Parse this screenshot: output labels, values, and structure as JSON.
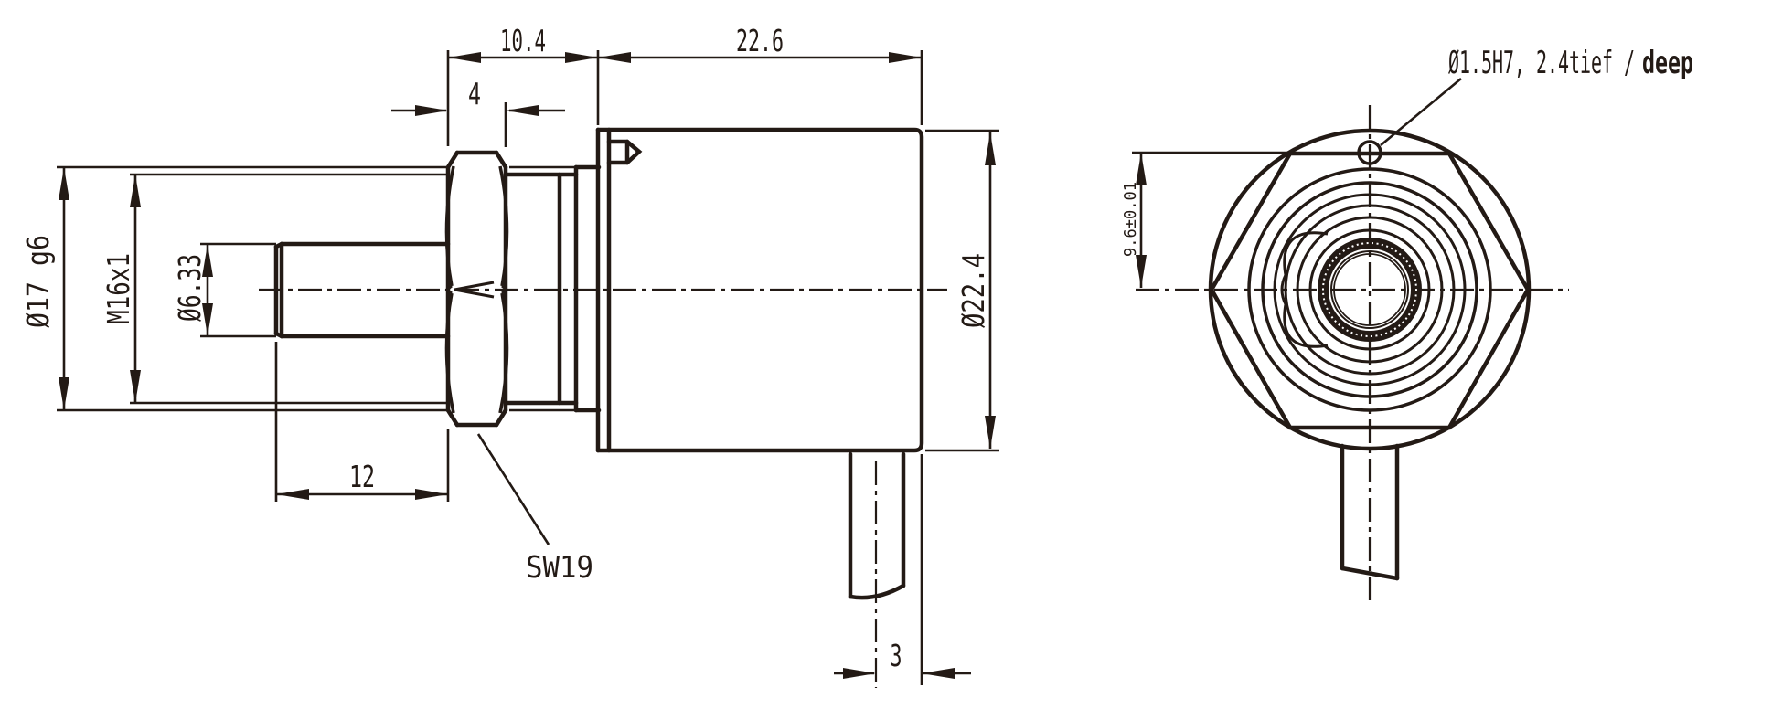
{
  "colors": {
    "ink": "#231a15",
    "background": "#ffffff"
  },
  "side_view": {
    "dim_thread_length": "10.4",
    "dim_body_length": "22.6",
    "dim_nut_width": "4",
    "dim_collar_diameter": "Ø17 g6",
    "dim_thread_spec": "M16x1",
    "dim_shaft_diameter": "Ø6.33",
    "dim_body_diameter": "Ø22.4",
    "dim_shaft_length": "12",
    "dim_cable_offset": "3",
    "label_wrench_size": "SW19"
  },
  "front_view": {
    "dim_hole_offset": "9.6±0.01",
    "note_hole": "Ø1.5H7, 2.4tief /",
    "note_hole_emphasis": "deep"
  }
}
